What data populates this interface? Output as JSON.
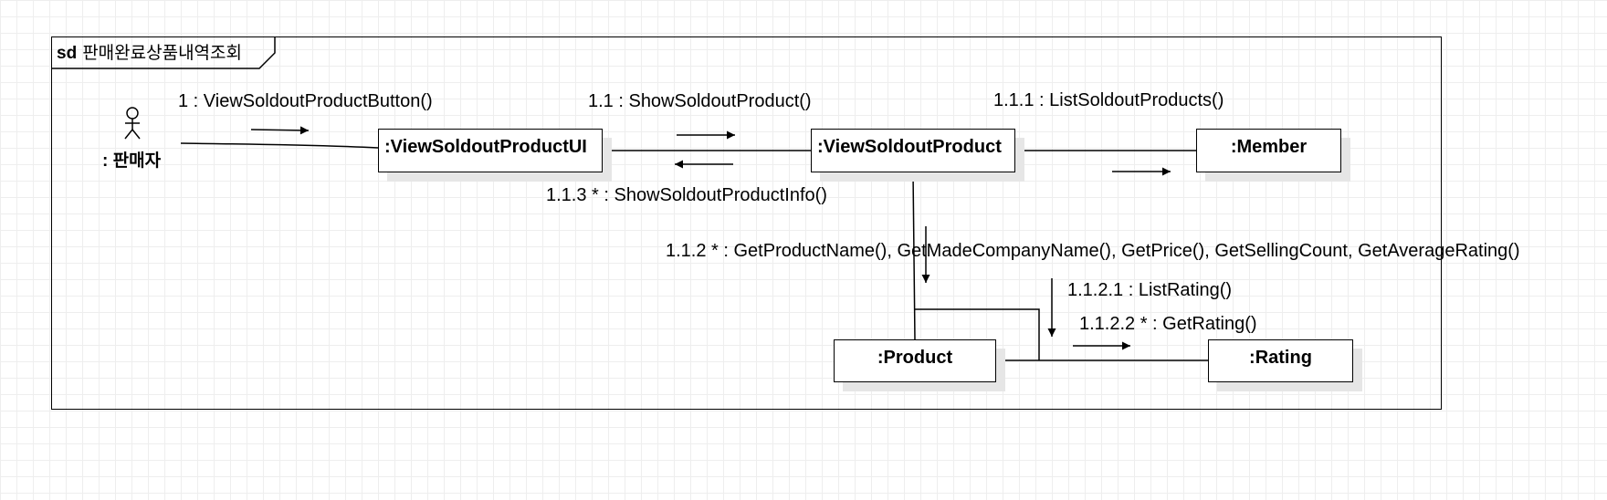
{
  "frame": {
    "keyword": "sd",
    "name": "판매완료상품내역조회"
  },
  "actor": {
    "label": ": 판매자"
  },
  "objects": {
    "ui": ":ViewSoldoutProductUI",
    "controller": ":ViewSoldoutProduct",
    "member": ":Member",
    "product": ":Product",
    "rating": ":Rating"
  },
  "messages": {
    "m1": "1 : ViewSoldoutProductButton()",
    "m1_1": "1.1 : ShowSoldoutProduct()",
    "m1_1_1": "1.1.1 : ListSoldoutProducts()",
    "m1_1_3": "1.1.3 * : ShowSoldoutProductInfo()",
    "m1_1_2": "1.1.2 * : GetProductName(), GetMadeCompanyName(), GetPrice(), GetSellingCount, GetAverageRating()",
    "m1_1_2_1": "1.1.2.1 : ListRating()",
    "m1_1_2_2": "1.1.2.2 * : GetRating()"
  }
}
